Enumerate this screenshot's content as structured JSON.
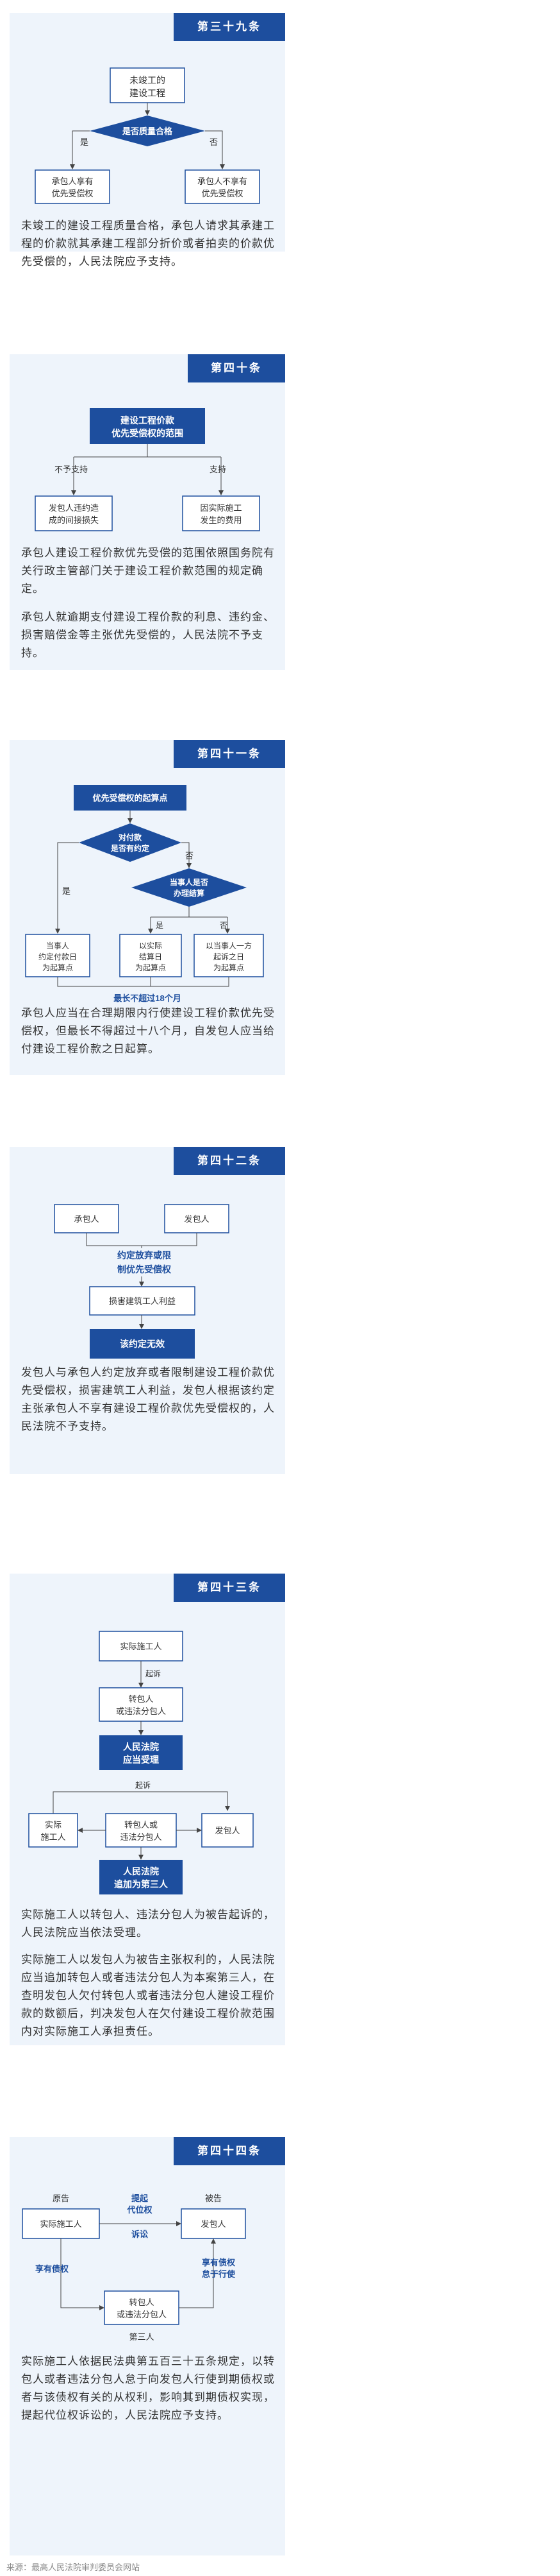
{
  "articles": [
    {
      "title": "第三十九条",
      "flow": {
        "start": [
          "未竣工的",
          "建设工程"
        ],
        "decision": "是否质量合格",
        "yes": "是",
        "no": "否",
        "left": [
          "承包人享有",
          "优先受偿权"
        ],
        "right": [
          "承包人不享有",
          "优先受偿权"
        ]
      },
      "paragraphs": [
        "未竣工的建设工程质量合格，承包人请求其承建工程的价款就其承建工程部分折价或者拍卖的价款优先受偿的，人民法院应予支持。"
      ]
    },
    {
      "title": "第四十条",
      "flow": {
        "top": [
          "建设工程价款",
          "优先受偿权的范围"
        ],
        "left_label": "不予支持",
        "right_label": "支持",
        "left": [
          "发包人违约造",
          "成的间接损失"
        ],
        "right": [
          "因实际施工",
          "发生的费用"
        ]
      },
      "paragraphs": [
        "承包人建设工程价款优先受偿的范围依照国务院有关行政主管部门关于建设工程价款范围的规定确定。",
        "承包人就逾期支付建设工程价款的利息、违约金、损害赔偿金等主张优先受偿的，人民法院不予支持。"
      ]
    },
    {
      "title": "第四十一条",
      "flow": {
        "top": "优先受偿权的起算点",
        "d1": [
          "对付款",
          "是否有约定"
        ],
        "d2": [
          "当事人是否",
          "办理结算"
        ],
        "yes": "是",
        "no": "否",
        "b1": [
          "当事人",
          "约定付款日",
          "为起算点"
        ],
        "b2": [
          "以实际",
          "结算日",
          "为起算点"
        ],
        "b3": [
          "以当事人一方",
          "起诉之日",
          "为起算点"
        ],
        "bottom": "最长不超过18个月"
      },
      "paragraphs": [
        "承包人应当在合理期限内行使建设工程价款优先受偿权，但最长不得超过十八个月，自发包人应当给付建设工程价款之日起算。"
      ]
    },
    {
      "title": "第四十二条",
      "flow": {
        "a": "承包人",
        "b": "发包人",
        "agree": [
          "约定放弃或限",
          "制优先受偿权"
        ],
        "harm": "损害建筑工人利益",
        "result": "该约定无效"
      },
      "paragraphs": [
        "发包人与承包人约定放弃或者限制建设工程价款优先受偿权，损害建筑工人利益，发包人根据该约定主张承包人不享有建设工程价款优先受偿权的，人民法院不予支持。"
      ]
    },
    {
      "title": "第四十三条",
      "flow": {
        "top": "实际施工人",
        "sue": "起诉",
        "mid": [
          "转包人",
          "或违法分包人"
        ],
        "court1": [
          "人民法院",
          "应当受理"
        ],
        "sue2": "起诉",
        "l": [
          "实际",
          "施工人"
        ],
        "c": [
          "转包人或",
          "违法分包人"
        ],
        "r": "发包人",
        "court2": [
          "人民法院",
          "追加为第三人"
        ]
      },
      "paragraphs": [
        "实际施工人以转包人、违法分包人为被告起诉的，人民法院应当依法受理。",
        "实际施工人以发包人为被告主张权利的，人民法院应当追加转包人或者违法分包人为本案第三人，在查明发包人欠付转包人或者违法分包人建设工程价款的数额后，判决发包人在欠付建设工程价款范围内对实际施工人承担责任。"
      ]
    },
    {
      "title": "第四十四条",
      "flow": {
        "plaintiff": "原告",
        "defendant": "被告",
        "l": "实际施工人",
        "r": "发包人",
        "action": [
          "提起",
          "代位权",
          "诉讼"
        ],
        "claim": "享有债权",
        "claim2": [
          "享有债权",
          "怠于行使"
        ],
        "bottom": [
          "转包人",
          "或违法分包人"
        ],
        "third": "第三人"
      },
      "paragraphs": [
        "实际施工人依据民法典第五百三十五条规定，以转包人或者违法分包人怠于向发包人行使到期债权或者与该债权有关的从权利，影响其到期债权实现，提起代位权诉讼的，人民法院应予支持。"
      ]
    }
  ],
  "footer": "来源：最高人民法院审判委员会网站"
}
